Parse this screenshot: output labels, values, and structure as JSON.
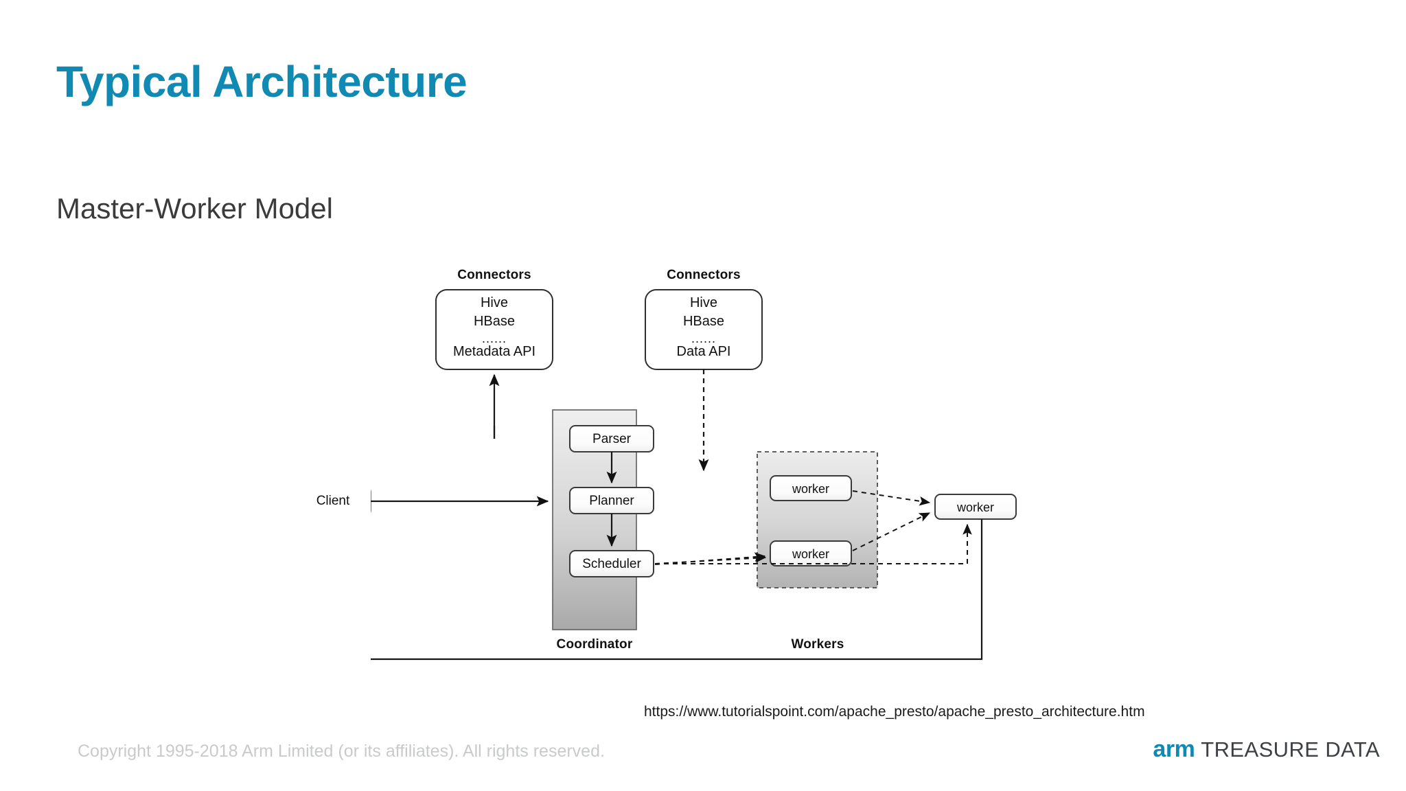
{
  "slide": {
    "title": "Typical Architecture",
    "subtitle": "Master-Worker Model",
    "title_color": "#1089b3",
    "subtitle_color": "#3b3b3b"
  },
  "diagram": {
    "type": "architecture-block-diagram",
    "client": {
      "label": "Client"
    },
    "connectors_left": {
      "group_label": "Connectors",
      "lines": [
        "Hive",
        "HBase",
        "......",
        "Metadata API"
      ]
    },
    "connectors_right": {
      "group_label": "Connectors",
      "lines": [
        "Hive",
        "HBase",
        "......",
        "Data API"
      ]
    },
    "coordinator": {
      "group_label": "Coordinator",
      "stages": [
        "Parser",
        "Planner",
        "Scheduler"
      ]
    },
    "workers": {
      "group_label": "Workers",
      "grouped": [
        "worker",
        "worker"
      ],
      "standalone": "worker"
    },
    "edges": [
      {
        "from": "Client",
        "to": "Coordinator",
        "style": "solid",
        "arrow": true
      },
      {
        "from": "Parser",
        "to": "Metadata API",
        "style": "solid",
        "arrow": true
      },
      {
        "from": "Parser",
        "to": "Planner",
        "style": "solid",
        "arrow": true
      },
      {
        "from": "Planner",
        "to": "Scheduler",
        "style": "solid",
        "arrow": true
      },
      {
        "from": "Data API",
        "to": "worker-1",
        "style": "dashed",
        "arrow": true
      },
      {
        "from": "Scheduler",
        "to": "worker-2",
        "style": "dashed",
        "arrow": true
      },
      {
        "from": "Scheduler",
        "to": "worker-3",
        "style": "dashed",
        "arrow": true
      },
      {
        "from": "worker-1",
        "to": "worker-3",
        "style": "dashed",
        "arrow": true
      },
      {
        "from": "worker-2",
        "to": "worker-3",
        "style": "dashed",
        "arrow": true
      },
      {
        "from": "worker-3",
        "to": "Client",
        "style": "solid",
        "arrow": true
      }
    ]
  },
  "source": {
    "url": "https://www.tutorialspoint.com/apache_presto/apache_presto_architecture.htm"
  },
  "footer": {
    "copyright": "Copyright 1995-2018 Arm Limited (or its affiliates). All rights reserved.",
    "brand_mark": "arm",
    "brand_name": "TREASURE DATA",
    "brand_color": "#1089b3"
  }
}
